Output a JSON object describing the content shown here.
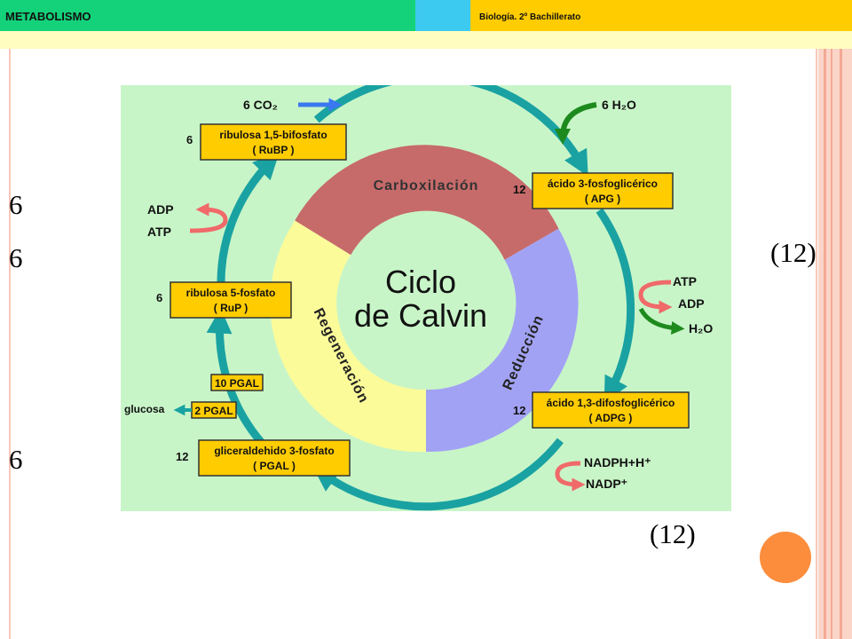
{
  "header": {
    "title": "METABOLISMO",
    "subtitle": "Biología. 2º Bachillerato"
  },
  "side_labels": {
    "left_1": "6",
    "left_2": "6",
    "left_3": "6",
    "right_1": "(12)",
    "bottom_1": "(12)"
  },
  "colors": {
    "header_green": "#14d27a",
    "header_cyan": "#3ccaf0",
    "header_yellow": "#ffcc00",
    "diagram_bg": "#c8f5c8",
    "carboxylation": "#c76a6a",
    "reduction": "#a2a2f4",
    "regeneration": "#fbfb9a",
    "cycle_ring": "#1aa2a2",
    "box_fill": "#ffcc00",
    "accent_orange": "#fb8d3d"
  },
  "diagram": {
    "title_line1": "Ciclo",
    "title_line2": "de Calvin",
    "phases": {
      "carboxylation": "Carboxilación",
      "reduction": "Reducción",
      "regeneration": "Regeneración"
    },
    "inputs": {
      "co2": "6 CO₂",
      "h2o": "6 H₂O"
    },
    "boxes": {
      "rubp_coef": "6",
      "rubp_name": "ribulosa 1,5-bifosfato",
      "rubp_abbr": "( RuBP )",
      "apg_coef": "12",
      "apg_name": "ácido 3-fosfoglicérico",
      "apg_abbr": "( APG )",
      "rup_coef": "6",
      "rup_name": "ribulosa 5-fosfato",
      "rup_abbr": "( RuP )",
      "adpg_coef": "12",
      "adpg_name": "ácido 1,3-difosfoglicérico",
      "adpg_abbr": "( ADPG )",
      "pgal_coef": "12",
      "pgal_name": "gliceraldehido 3-fosfato",
      "pgal_abbr": "( PGAL )",
      "pgal10": "10 PGAL",
      "pgal2": "2 PGAL"
    },
    "side_reactions": {
      "adp_left": "ADP",
      "atp_left": "ATP",
      "atp_right": "ATP",
      "adp_right": "ADP",
      "h2o_right": "H₂O",
      "glucosa": "glucosa",
      "nadph": "NADPH+H⁺",
      "nadp": "NADP⁺"
    }
  }
}
